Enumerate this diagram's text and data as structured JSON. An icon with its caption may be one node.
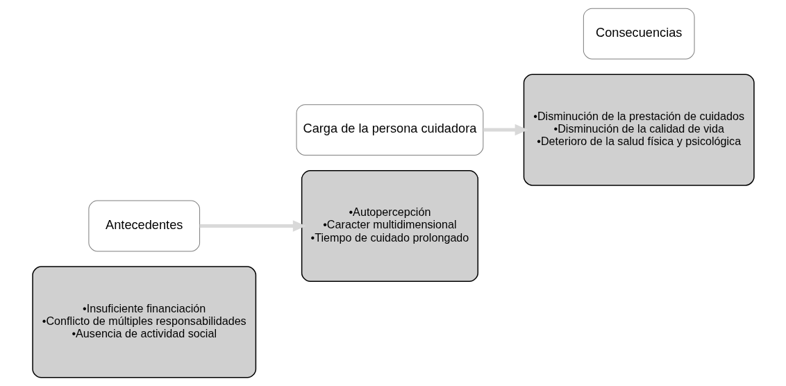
{
  "diagram": {
    "nodes": [
      {
        "text": [
          "•Insuficiente financiación",
          "•Conflicto de múltiples responsabilidades",
          "•Ausencia de actividad social"
        ]
      },
      {
        "text": [
          "Antecedentes"
        ]
      },
      {
        "text": [
          "Carga de la persona cuidadora"
        ]
      },
      {
        "text": [
          "•Autopercepción",
          "•Caracter multidimensional",
          "•Tiempo de cuidado prolongado"
        ]
      },
      {
        "text": [
          "•Disminución de la prestación de cuidados",
          "•Disminución de la calidad de vida",
          "•Deterioro de la salud física y psicológica"
        ]
      },
      {
        "text": [
          "Consecuencias"
        ]
      }
    ],
    "edges": [
      {
        "from": 1,
        "to": 3,
        "arrow": "to"
      },
      {
        "from": 2,
        "to": 4,
        "arrow": "to"
      }
    ]
  }
}
